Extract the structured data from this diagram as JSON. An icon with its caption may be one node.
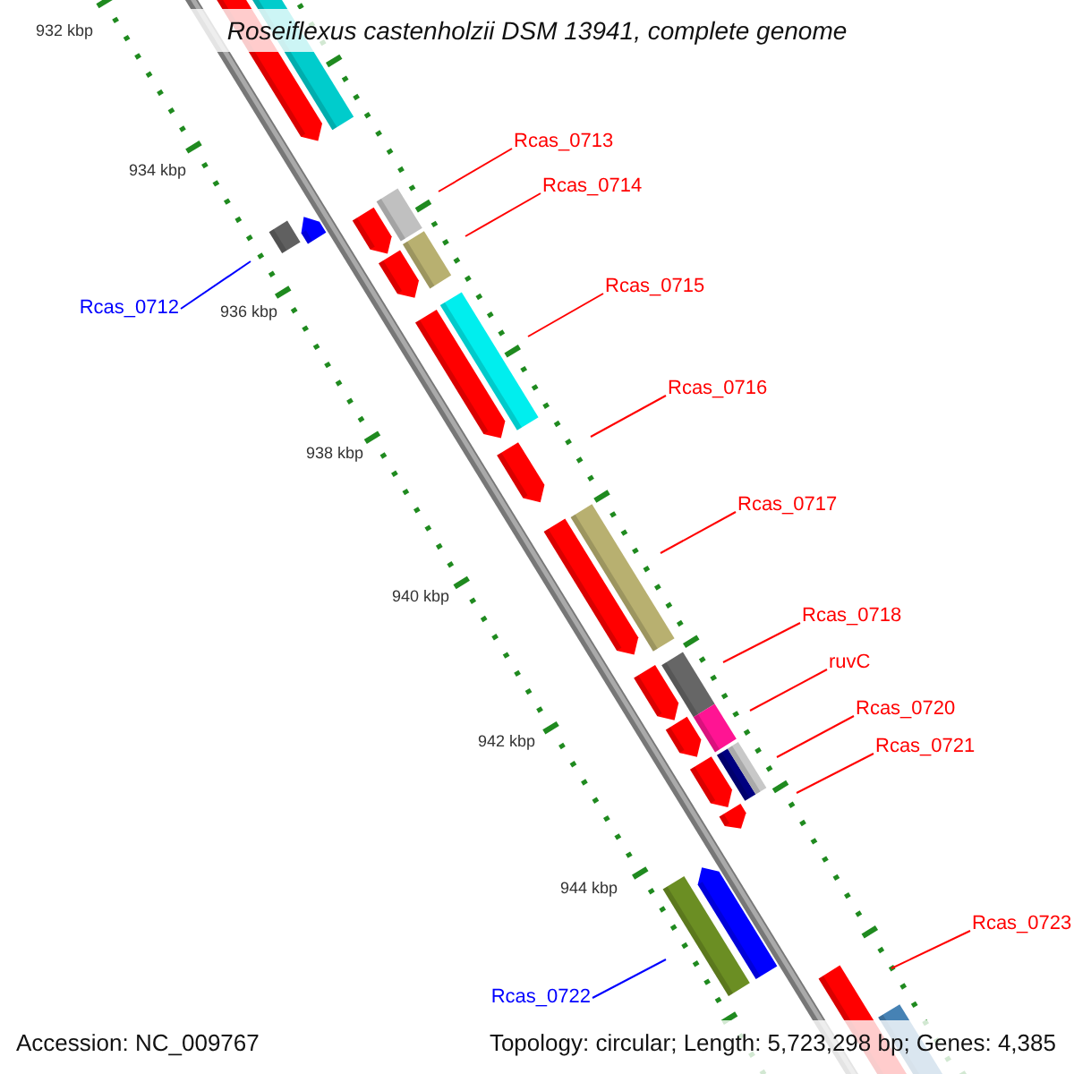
{
  "diagram": {
    "title": "Roseiflexus castenholzii DSM 13941, complete genome",
    "nodes": [
      {
        "text": [
          "Rcas_0713"
        ]
      },
      {
        "text": [
          "Rcas_0714"
        ]
      },
      {
        "text": [
          "Rcas_0715"
        ]
      },
      {
        "text": [
          "Rcas_0712"
        ]
      },
      {
        "text": [
          "Rcas_0716"
        ]
      },
      {
        "text": [
          "Rcas_0717"
        ]
      },
      {
        "text": [
          "Rcas_0718"
        ]
      },
      {
        "text": [
          "ruvC"
        ]
      },
      {
        "text": [
          "Rcas_0720"
        ]
      },
      {
        "text": [
          "Rcas_0721"
        ]
      },
      {
        "text": [
          "Rcas_0723"
        ]
      },
      {
        "text": [
          "Rcas_0722"
        ]
      }
    ],
    "edges": [
      {
        "from": 0,
        "to": null,
        "arrow": "none"
      },
      {
        "from": 1,
        "to": null,
        "arrow": "none"
      },
      {
        "from": 2,
        "to": null,
        "arrow": "none"
      },
      {
        "from": 3,
        "to": null,
        "arrow": "none",
        "color": "#0000ff"
      },
      {
        "from": 4,
        "to": null,
        "arrow": "none"
      },
      {
        "from": 5,
        "to": null,
        "arrow": "none"
      },
      {
        "from": 6,
        "to": null,
        "arrow": "none"
      },
      {
        "from": 7,
        "to": null,
        "arrow": "none"
      },
      {
        "from": 8,
        "to": null,
        "arrow": "none"
      },
      {
        "from": 9,
        "to": null,
        "arrow": "none"
      },
      {
        "from": 10,
        "to": null,
        "arrow": "none"
      },
      {
        "from": 11,
        "to": null,
        "arrow": "none",
        "color": "#0000ff"
      }
    ],
    "labels": [
      "932 kbp",
      "934 kbp",
      "936 kbp",
      "938 kbp",
      "940 kbp",
      "942 kbp",
      "944 kbp",
      "Accession: NC_009767",
      "Topology: circular; Length: 5,723,298 bp; Genes: 4,385"
    ]
  }
}
